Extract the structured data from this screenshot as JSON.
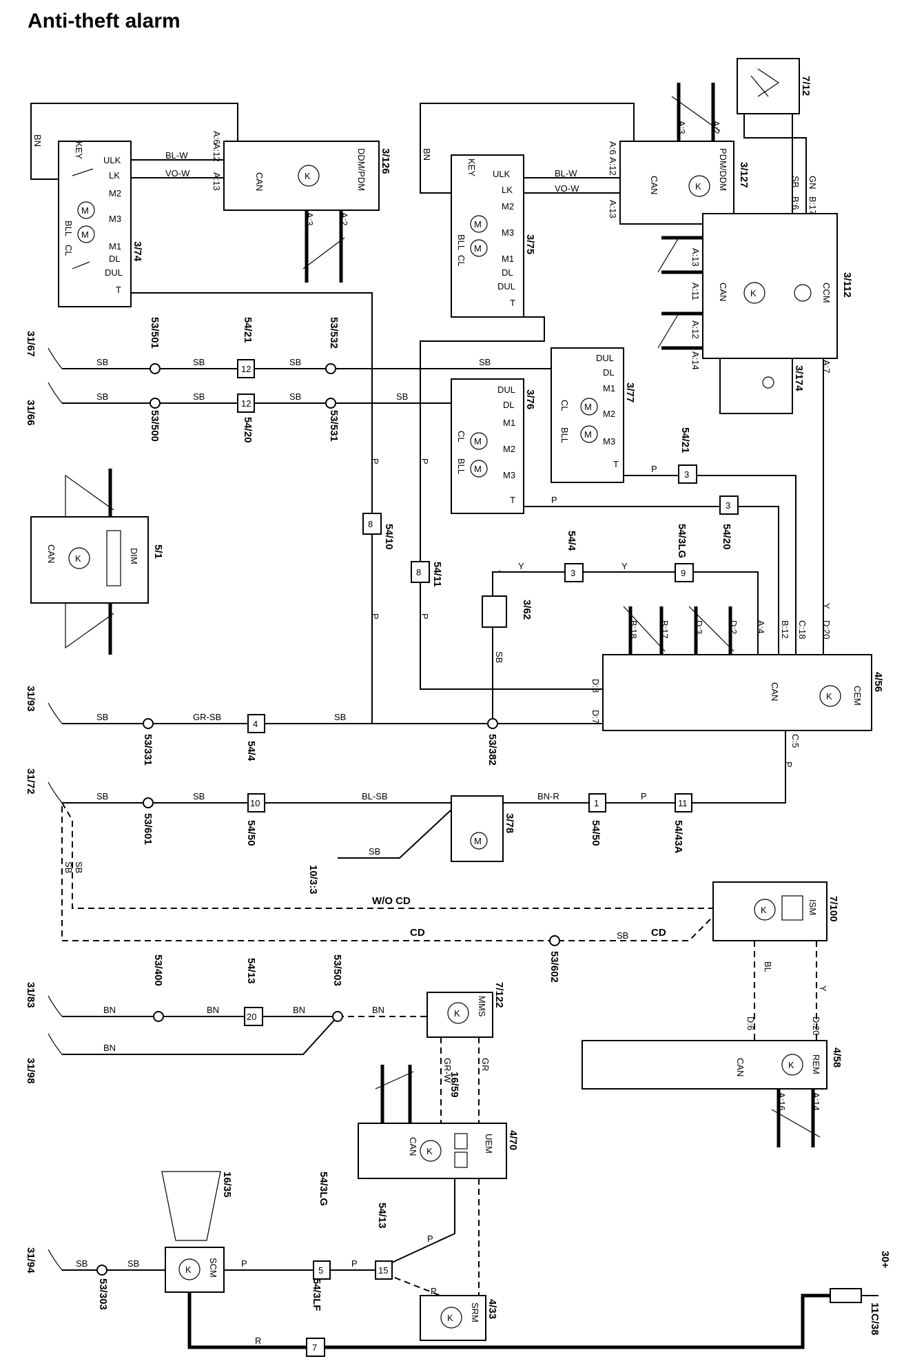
{
  "title": "Anti-theft alarm",
  "components": {
    "ddm": {
      "id": "3/126",
      "name": "DDM/PDM"
    },
    "pdm": {
      "id": "3/127",
      "name": "PDM/DDM"
    },
    "ccm": {
      "id": "3/112",
      "name": "CCM"
    },
    "dim": {
      "id": "5/1",
      "name": "DIM"
    },
    "cem": {
      "id": "4/56",
      "name": "CEM"
    },
    "ism": {
      "id": "7/100",
      "name": "ISM"
    },
    "rem": {
      "id": "4/58",
      "name": "REM"
    },
    "mms": {
      "id": "7/122",
      "name": "MMS"
    },
    "uem": {
      "id": "4/70",
      "name": "UEM"
    },
    "scm": {
      "id": "16/35",
      "name": "SCM"
    },
    "srm": {
      "id": "4/33",
      "name": "SRM"
    },
    "lock_lf": {
      "id": "3/74"
    },
    "lock_rf": {
      "id": "3/75"
    },
    "lock_rr": {
      "id": "3/76"
    },
    "lock_lr": {
      "id": "3/77"
    },
    "lamp": {
      "id": "7/12"
    },
    "sensor": {
      "id": "3/174"
    },
    "hood_sw": {
      "id": "3/62"
    },
    "motor": {
      "id": "3/78"
    },
    "conn": {
      "id": "16/59"
    },
    "fuse": {
      "id": "11C/38"
    }
  },
  "grounds": [
    "31/67",
    "31/66",
    "31/93",
    "31/72",
    "31/83",
    "31/98",
    "31/94"
  ],
  "splices": [
    "53/501",
    "53/532",
    "53/500",
    "53/531",
    "53/331",
    "53/382",
    "53/601",
    "53/602",
    "53/400",
    "53/503",
    "53/303"
  ],
  "connectors": [
    "54/21",
    "54/20",
    "54/10",
    "54/11",
    "54/4",
    "54/3LG",
    "54/50",
    "54/43A",
    "54/13",
    "54/3LF"
  ],
  "connector_pins": {
    "c5421a": "12",
    "c5420a": "12",
    "c5421b": "3",
    "c5420b": "3",
    "c5410": "8",
    "c5411": "8",
    "c544a": "3",
    "c543lga": "9",
    "c544b": "4",
    "c5450a": "10",
    "c5450b": "1",
    "c5443a": "11",
    "c5413a": "20",
    "c543lgb": "5",
    "c5413b": "15",
    "c543lf": "7"
  },
  "wire_colors": [
    "SB",
    "BL-W",
    "VO-W",
    "BN",
    "P",
    "Y",
    "GN",
    "GR",
    "GR-SB",
    "BL-SB",
    "BN-R",
    "GR-W",
    "R",
    "BL"
  ],
  "pin_labels": {
    "ulk": "ULK",
    "lk": "LK",
    "m1": "M1",
    "m2": "M2",
    "m3": "M3",
    "dl": "DL",
    "dul": "DUL",
    "t": "T",
    "key": "KEY",
    "bll": "BLL",
    "cl": "CL",
    "can": "CAN"
  },
  "pins": {
    "a6": "A:6",
    "a12": "A:12",
    "a13": "A:13",
    "a3": "A:3",
    "a2": "A:2",
    "a11": "A:11",
    "a14": "A:14",
    "b6": "B:6",
    "b17": "B:17",
    "a7": "A:7",
    "b18": "B:18",
    "d3": "D:3",
    "d2": "D:2",
    "a4": "A:4",
    "b12": "B:12",
    "c18": "C:18",
    "d20": "D:20",
    "d8": "D:8",
    "d7": "D:7",
    "c5": "C:5",
    "d6": "D:6",
    "a16": "A:16"
  },
  "annotations": {
    "wocd": "W/O CD",
    "cd": "CD",
    "ref": "10/3:3",
    "supply": "30+"
  }
}
